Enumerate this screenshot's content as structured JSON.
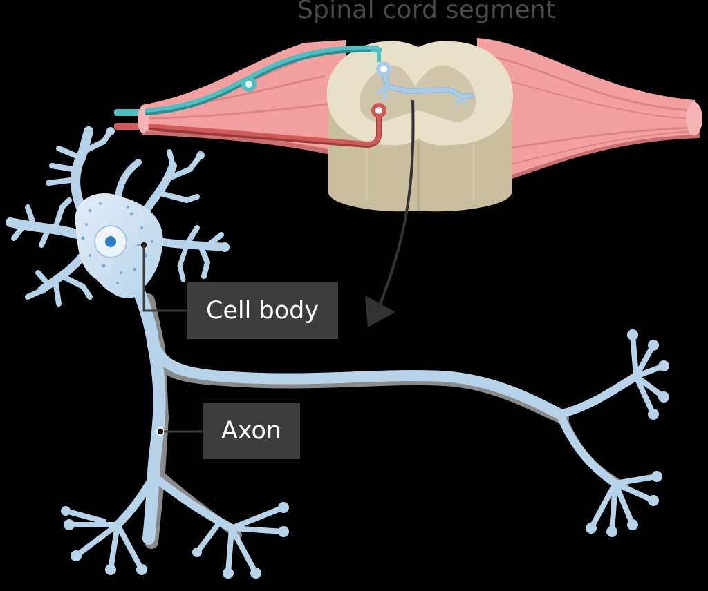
{
  "title": "Spinal cord segment",
  "labels": {
    "cell_body": "Cell body",
    "axon": "Axon"
  },
  "colors": {
    "background": "#000000",
    "neuron_fill": "#b6d3ea",
    "neuron_shadow": "#8a8a8a",
    "nucleus": "#2f7fc8",
    "spinal_white_matter": "#e8e0c8",
    "spinal_gray_matter": "#cfc6ab",
    "muscle": "#f2a0a0",
    "sensory_neuron": "#4fbfc2",
    "motor_neuron": "#d05a5a",
    "interneuron": "#a9cbe8",
    "arrow": "#333333",
    "label_bg": "#3d3d3d",
    "label_text": "#ffffff"
  },
  "icons": [
    "curved-arrow-icon",
    "leader-line-cell-body",
    "leader-line-axon"
  ]
}
